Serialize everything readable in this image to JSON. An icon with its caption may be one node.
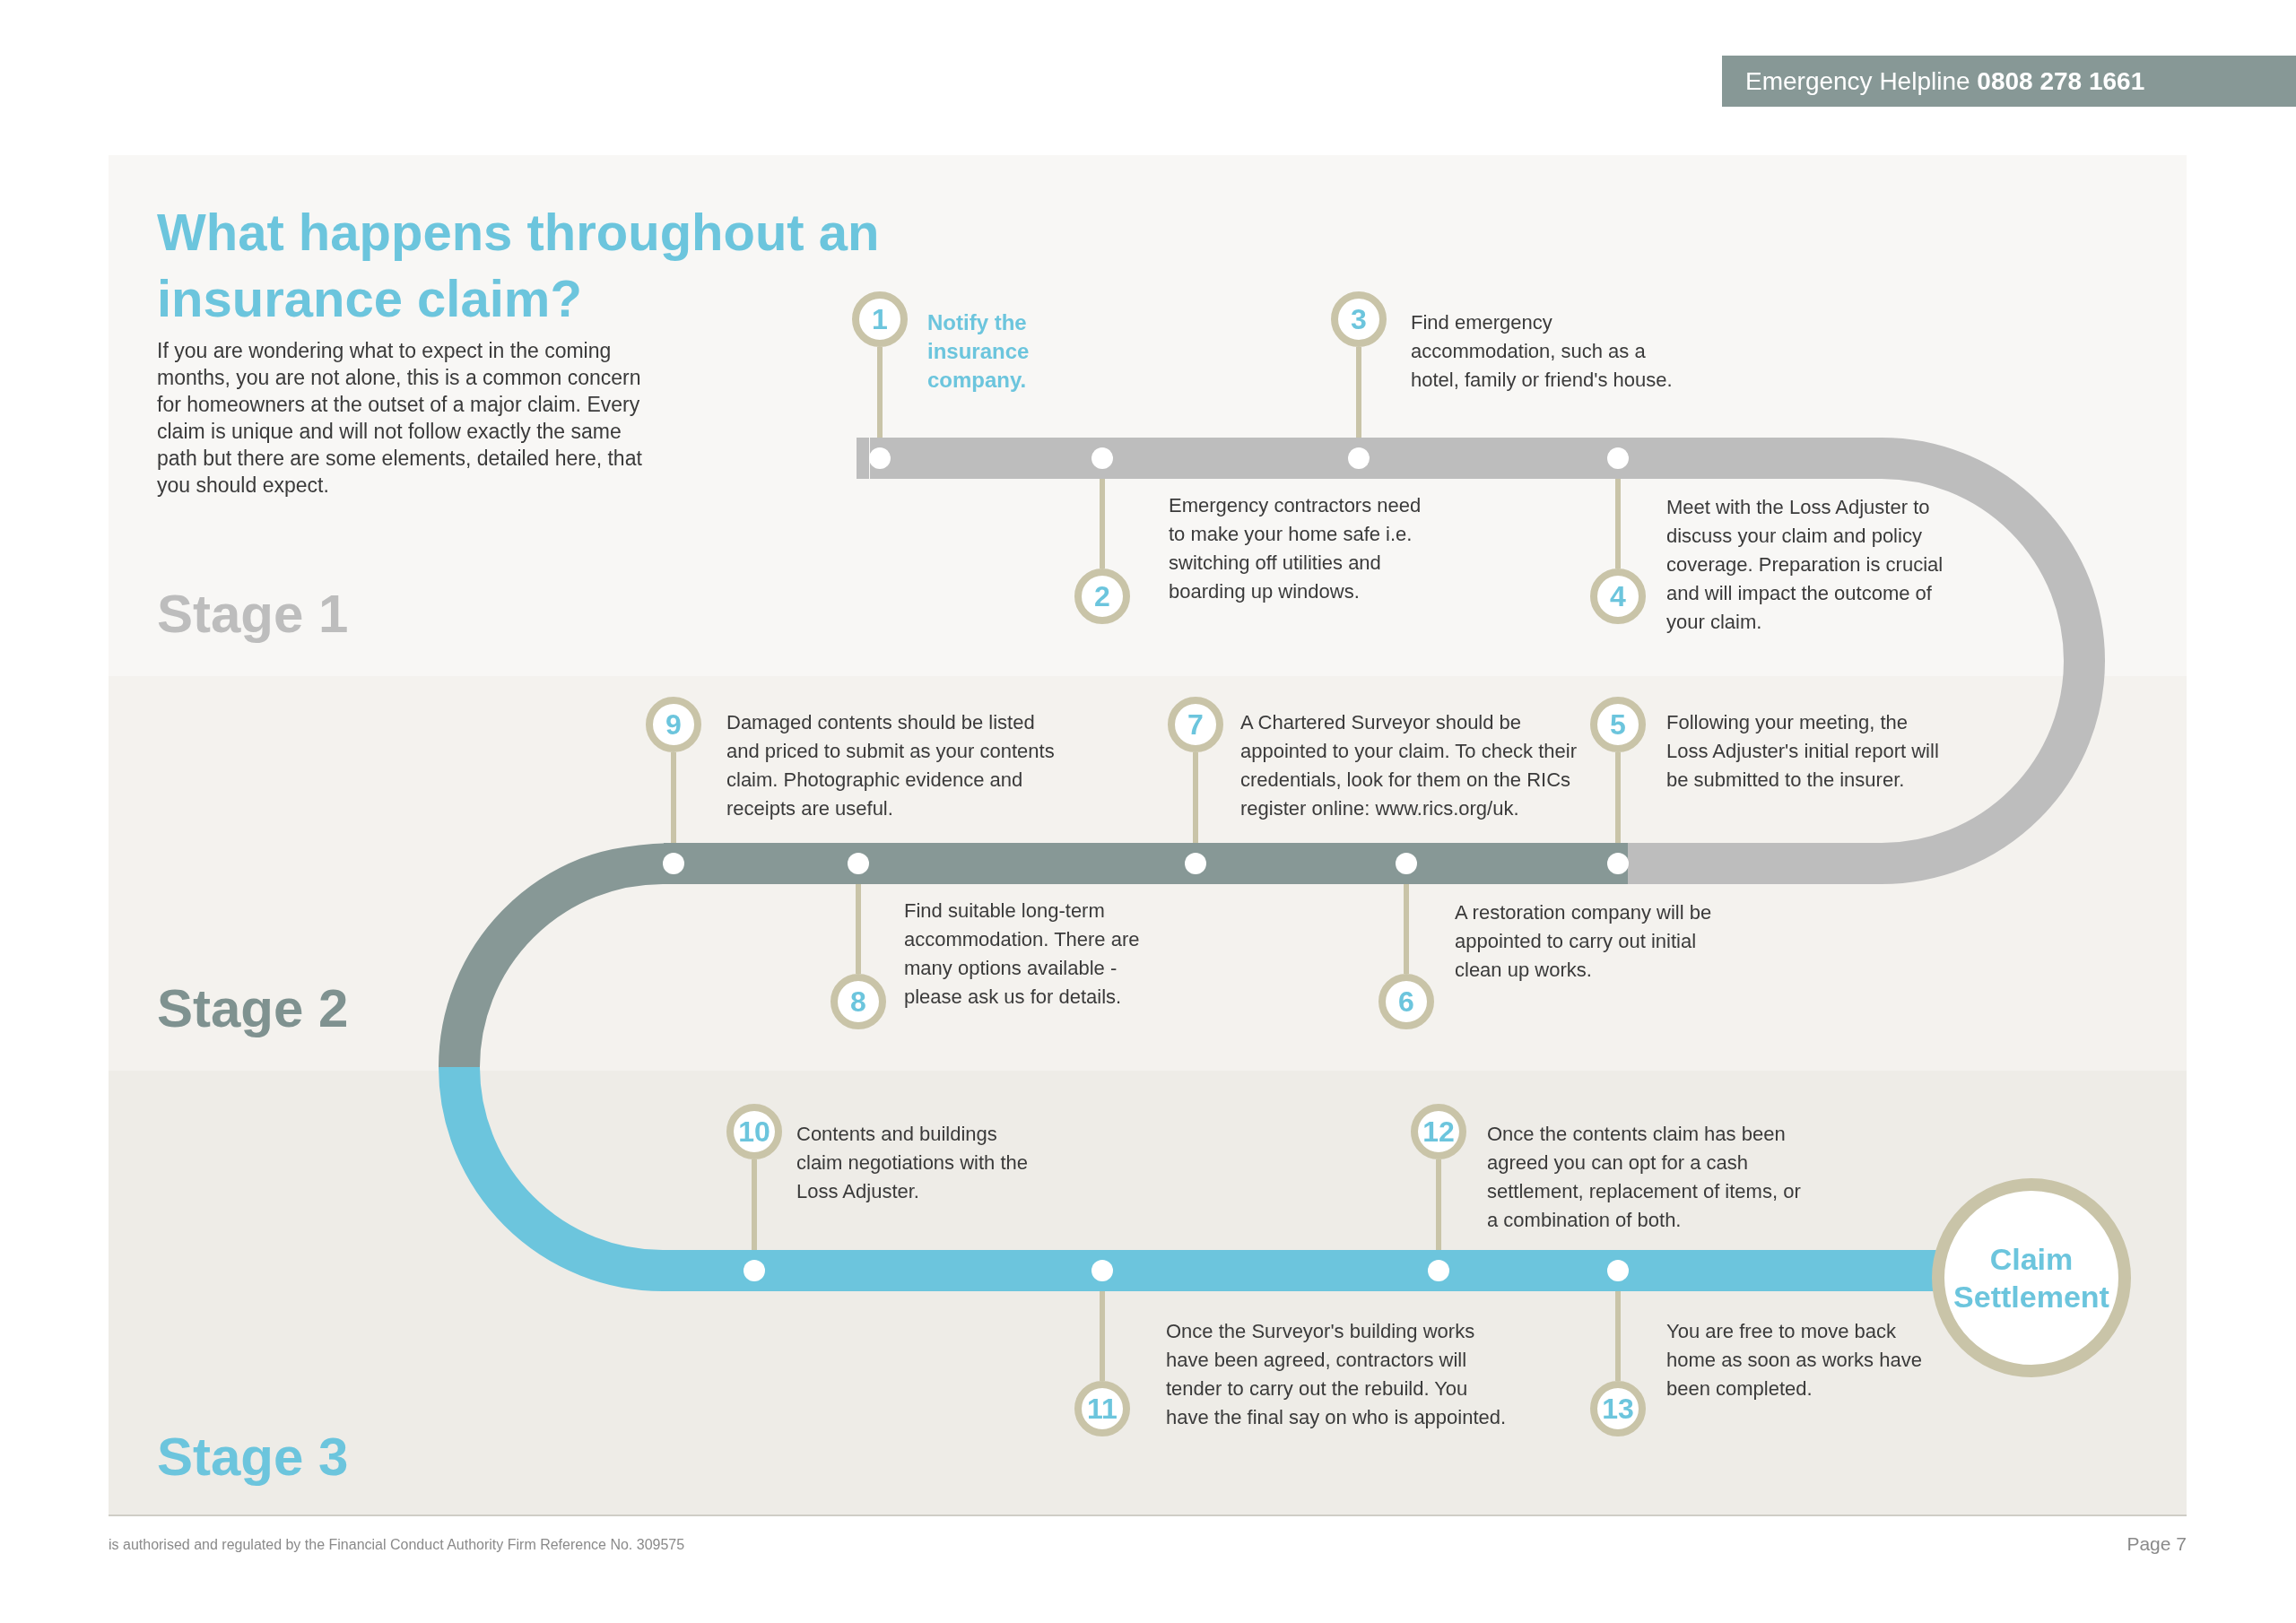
{
  "diagram": {
    "title": "What happens throughout an insurance claim?",
    "nodes": [
      {
        "text": [
          "Stage 1"
        ]
      },
      {
        "text": [
          "Stage 2"
        ]
      },
      {
        "text": [
          "Stage 3"
        ]
      },
      {
        "text": [
          "1"
        ],
        "in": 0,
        "beside": [
          "Notify the insurance company."
        ]
      },
      {
        "text": [
          "2"
        ],
        "in": 0,
        "beside": [
          "Emergency contractors need to make your home safe i.e. switching off utilities and boarding up windows."
        ]
      },
      {
        "text": [
          "3"
        ],
        "in": 0,
        "beside": [
          "Find emergency accommodation, such as a hotel, family or friend's house."
        ]
      },
      {
        "text": [
          "4"
        ],
        "in": 0,
        "beside": [
          "Meet with the Loss Adjuster to discuss your claim and policy coverage. Preparation is crucial and will impact the outcome of your claim."
        ]
      },
      {
        "text": [
          "5"
        ],
        "in": 1,
        "beside": [
          "Following your meeting, the Loss Adjuster's initial report will be submitted to the insurer."
        ]
      },
      {
        "text": [
          "6"
        ],
        "in": 1,
        "beside": [
          "A restoration company will be appointed to carry out initial clean up works."
        ]
      },
      {
        "text": [
          "7"
        ],
        "in": 1,
        "beside": [
          "A Chartered Surveyor should be appointed to your claim. To check their credentials, look for them on the RICs register online: www.rics.org/uk."
        ]
      },
      {
        "text": [
          "8"
        ],
        "in": 1,
        "beside": [
          "Find suitable long-term accommodation. There are many options available - please ask us for details."
        ]
      },
      {
        "text": [
          "9"
        ],
        "in": 1,
        "beside": [
          "Damaged contents should be listed and priced to submit as your contents claim. Photographic evidence and receipts are useful."
        ]
      },
      {
        "text": [
          "10"
        ],
        "in": 2,
        "beside": [
          "Contents and buildings claim negotiations with the Loss Adjuster."
        ]
      },
      {
        "text": [
          "11"
        ],
        "in": 2,
        "beside": [
          "Once the Surveyor's building works have been agreed, contractors will tender to carry out the rebuild. You have the final say on who is appointed."
        ]
      },
      {
        "text": [
          "12"
        ],
        "in": 2,
        "beside": [
          "Once the contents claim has been agreed you can opt for a cash settlement, replacement of items, or a combination of both."
        ]
      },
      {
        "text": [
          "13"
        ],
        "in": 2,
        "beside": [
          "You are free to move back home as soon as works have been completed."
        ]
      },
      {
        "text": [],
        "shape": "circle",
        "in": 0
      },
      {
        "text": [],
        "shape": "circle",
        "in": 0
      },
      {
        "text": [],
        "shape": "circle",
        "in": 0
      },
      {
        "text": [],
        "shape": "circle",
        "in": 0
      },
      {
        "text": [],
        "shape": "circle",
        "in": 1
      },
      {
        "text": [],
        "shape": "circle",
        "in": 1
      },
      {
        "text": [],
        "shape": "circle",
        "in": 1
      },
      {
        "text": [],
        "shape": "circle",
        "in": 1
      },
      {
        "text": [],
        "shape": "circle",
        "in": 1
      },
      {
        "text": [],
        "shape": "circle",
        "in": 2
      },
      {
        "text": [],
        "shape": "circle",
        "in": 2
      },
      {
        "text": [],
        "shape": "circle",
        "in": 2
      },
      {
        "text": [],
        "shape": "circle",
        "in": 2
      },
      {
        "text": [
          "Claim Settlement"
        ],
        "in": 2
      }
    ],
    "edges": [
      {
        "from": 3,
        "to": 16,
        "arrow": "none"
      },
      {
        "from": 4,
        "to": 17,
        "arrow": "none"
      },
      {
        "from": 5,
        "to": 18,
        "arrow": "none"
      },
      {
        "from": 6,
        "to": 19,
        "arrow": "none"
      },
      {
        "from": 7,
        "to": 24,
        "arrow": "none"
      },
      {
        "from": 8,
        "to": 23,
        "arrow": "none"
      },
      {
        "from": 9,
        "to": 22,
        "arrow": "none"
      },
      {
        "from": 10,
        "to": 21,
        "arrow": "none"
      },
      {
        "from": 11,
        "to": 20,
        "arrow": "none"
      },
      {
        "from": 12,
        "to": 25,
        "arrow": "none"
      },
      {
        "from": 13,
        "to": 26,
        "arrow": "none"
      },
      {
        "from": 14,
        "to": 27,
        "arrow": "none"
      },
      {
        "from": 15,
        "to": 28,
        "arrow": "none"
      },
      {
        "from": null,
        "to": 16,
        "arrow": "none",
        "style": "thick",
        "color": "#bdbdbd"
      },
      {
        "from": 16,
        "to": 17,
        "arrow": "none",
        "style": "thick",
        "color": "#bdbdbd"
      },
      {
        "from": 17,
        "to": 18,
        "arrow": "none",
        "style": "thick",
        "color": "#bdbdbd"
      },
      {
        "from": 18,
        "to": 19,
        "arrow": "none",
        "style": "thick",
        "color": "#bdbdbd"
      },
      {
        "from": 19,
        "to": 24,
        "arrow": "none",
        "style": "thick",
        "color": "#bdbdbd"
      },
      {
        "from": 24,
        "to": 23,
        "arrow": "none",
        "style": "thick",
        "color": "#879896"
      },
      {
        "from": 23,
        "to": 22,
        "arrow": "none",
        "style": "thick",
        "color": "#879896"
      },
      {
        "from": 22,
        "to": 21,
        "arrow": "none",
        "style": "thick",
        "color": "#879896"
      },
      {
        "from": 21,
        "to": 20,
        "arrow": "none",
        "style": "thick",
        "color": "#879896"
      },
      {
        "from": 20,
        "to": 25,
        "arrow": "none",
        "style": "thick",
        "color": "#879896"
      },
      {
        "from": 25,
        "to": 26,
        "arrow": "none",
        "style": "thick",
        "color": "#6cc5dd"
      },
      {
        "from": 26,
        "to": 27,
        "arrow": "none",
        "style": "thick",
        "color": "#6cc5dd"
      },
      {
        "from": 27,
        "to": 28,
        "arrow": "none",
        "style": "thick",
        "color": "#6cc5dd"
      },
      {
        "from": 28,
        "to": 29,
        "arrow": "none",
        "style": "thick",
        "color": "#6cc5dd"
      }
    ],
    "labels": [
      "Emergency Helpline **0808 278 1661**",
      "If you are wondering what to expect in the coming months, you are not alone, this is a common concern for homeowners at the outset of a major claim. Every claim is unique and will not follow exactly the same path but there are some elements, detailed here, that you should expect.",
      "is authorised and regulated by the Financial Conduct Authority Firm Reference No. 309575",
      "Page 7"
    ]
  }
}
